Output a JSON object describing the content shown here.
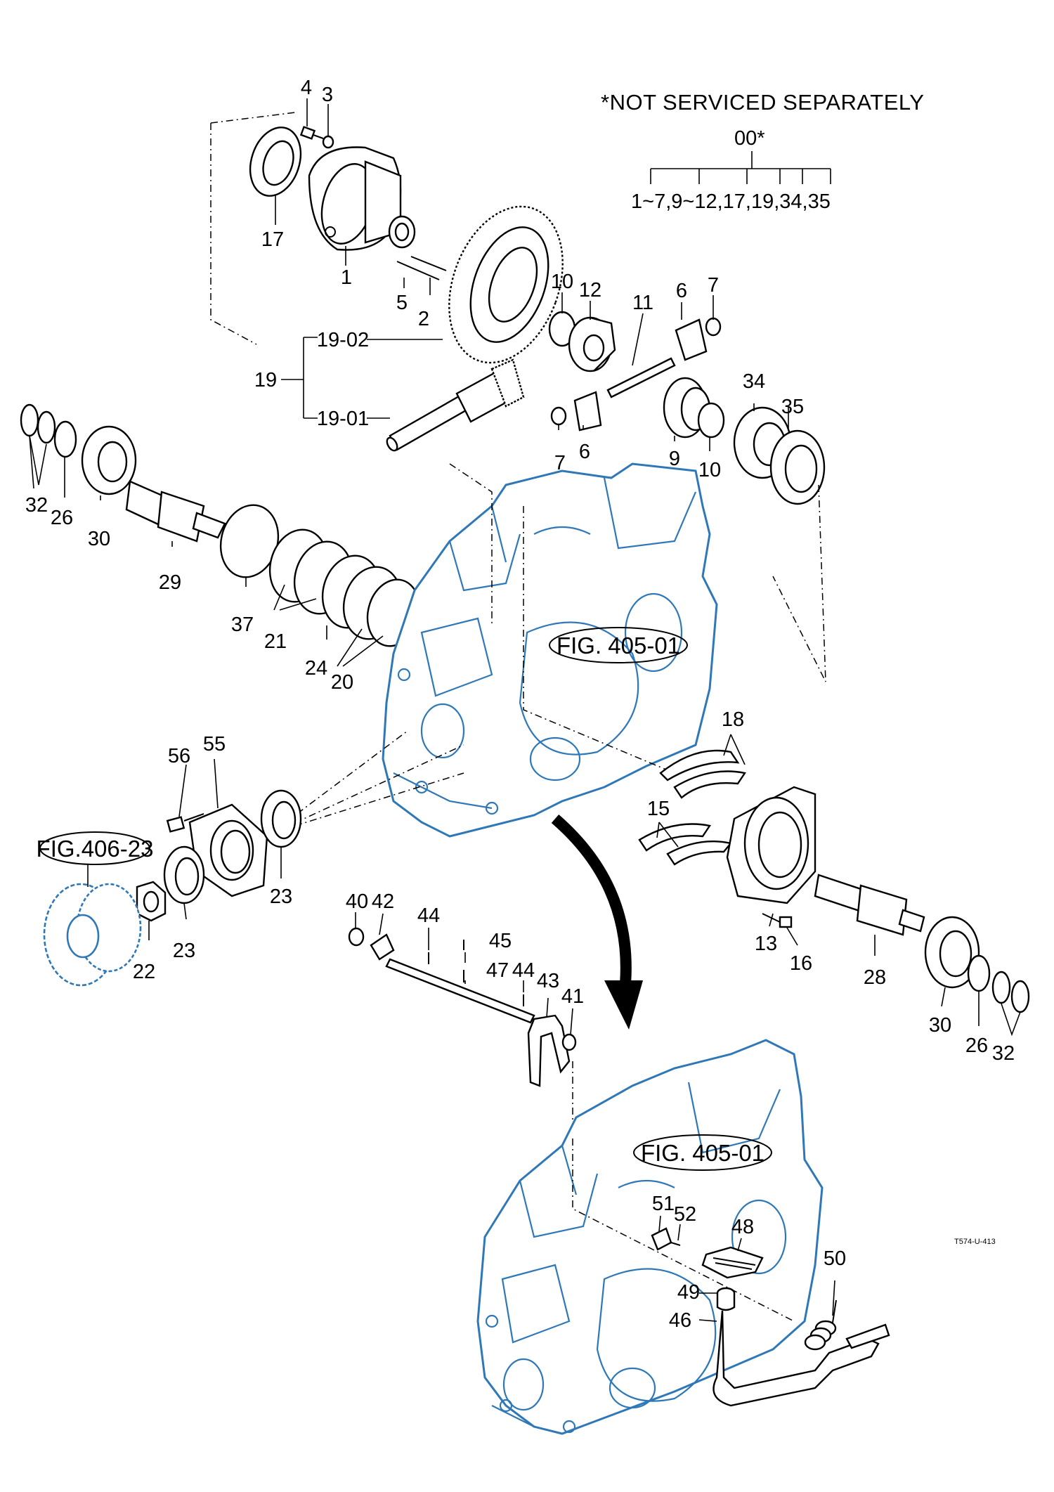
{
  "note": {
    "title": "*NOT SERVICED SEPARATELY",
    "assembly": "00*",
    "includes": "1~7,9~12,17,19,34,35"
  },
  "figure_refs": {
    "upper_case": "FIG. 405-01",
    "lower_case": "FIG. 405-01",
    "gear": "FIG.406-23"
  },
  "drawing_code": "T574-U-413",
  "callouts": {
    "c4": "4",
    "c3": "3",
    "c17": "17",
    "c1": "1",
    "c5": "5",
    "c2": "2",
    "c10a": "10",
    "c12": "12",
    "c11": "11",
    "c6a": "6",
    "c7a": "7",
    "c19": "19",
    "c19_02": "19-02",
    "c19_01": "19-01",
    "c7b": "7",
    "c6b": "6",
    "c9": "9",
    "c10b": "10",
    "c34": "34",
    "c35": "35",
    "c32a": "32",
    "c26a": "26",
    "c30a": "30",
    "c29": "29",
    "c37": "37",
    "c21": "21",
    "c24": "24",
    "c20": "20",
    "c18": "18",
    "c15": "15",
    "c56": "56",
    "c55": "55",
    "c23a": "23",
    "c23b": "23",
    "c22": "22",
    "c13": "13",
    "c16": "16",
    "c28": "28",
    "c30b": "30",
    "c26b": "26",
    "c32b": "32",
    "c40": "40",
    "c42": "42",
    "c44a": "44",
    "c45": "45",
    "c47": "47",
    "c44b": "44",
    "c43": "43",
    "c41": "41",
    "c51": "51",
    "c52": "52",
    "c48": "48",
    "c50": "50",
    "c49": "49",
    "c46": "46"
  }
}
